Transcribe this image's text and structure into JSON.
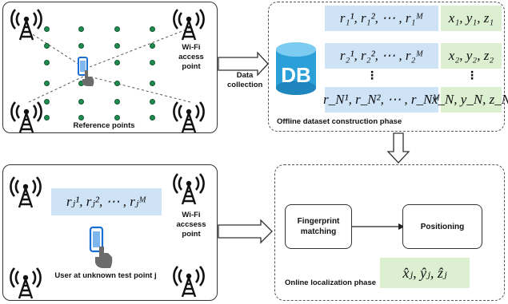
{
  "title": "",
  "colors": {
    "dot_green": "#1e8b4f",
    "rss_blue": "#cfe3f6",
    "coord_green": "#dcefd0",
    "db_blue": "#2a9fd8"
  },
  "icons": {
    "antenna": "wifi-tower-icon",
    "phone": "smartphone-icon",
    "hand": "hand-pointer-icon",
    "database": "database-icon"
  },
  "offline": {
    "wifi_ap_label": [
      "Wi-Fi",
      "access",
      "point"
    ],
    "reference_points_label": "Reference points",
    "data_collection_label": [
      "Data",
      "collection"
    ],
    "db_text": "DB",
    "phase_label": "Offline dataset construction phase",
    "rows": [
      {
        "rss": "r₁¹, r₁², ⋯ , r₁ᴹ",
        "xyz": "x₁, y₁, z₁"
      },
      {
        "rss": "r₂¹, r₂², ⋯ , r₂ᴹ",
        "xyz": "x₂, y₂, z₂"
      },
      {
        "rss": "r_N¹, r_N², ⋯ , r_Nᴹ",
        "xyz": "x_N, y_N, z_N"
      }
    ],
    "ellipsis": "⋮"
  },
  "online": {
    "rss_vector": "rⱼ¹, rⱼ², ⋯ , rⱼᴹ",
    "wifi_ap_label": [
      "Wi-Fi",
      "accsess",
      "point"
    ],
    "user_label": "User at unknown test point  j",
    "fingerprint_label": [
      "Fingerprint",
      "matching"
    ],
    "positioning_label": "Positioning",
    "estimate": "x̂ⱼ, ŷⱼ, ẑⱼ",
    "phase_label": "Online localization phase"
  }
}
